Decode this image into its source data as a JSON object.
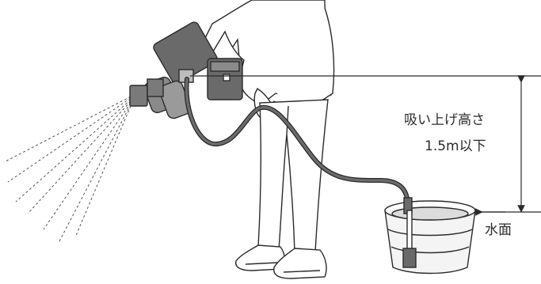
{
  "annotations": {
    "suction_height_label": "吸い上げ高さ",
    "suction_height_value": "1.5m以下",
    "water_surface_label": "水面"
  },
  "colors": {
    "outline": "#2b2b2b",
    "body_dark": "#6a6a6a",
    "body_mid": "#8a8a8a",
    "hose": "#6c6c6c",
    "water": "#dcdcdc",
    "bucket": "#f4f4f4"
  }
}
